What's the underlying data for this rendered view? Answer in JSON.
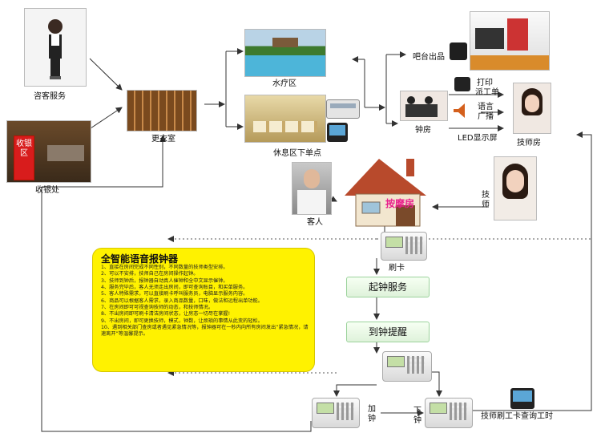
{
  "labels": {
    "consult_service": "咨客服务",
    "cashier": "收银处",
    "changing_room": "更衣室",
    "spa_area": "水疗区",
    "lounge_order": "休息区下单点",
    "bar_output": "吧台出品",
    "clock_room": "钟房",
    "print_dispatch_1": "打印",
    "print_dispatch_2": "派工单",
    "voice_broadcast_1": "语言",
    "voice_broadcast_2": "广播",
    "led_screen": "LED显示屏",
    "technician_room": "技师房",
    "guest": "客人",
    "massage_room": "按摩房",
    "technician": "技师",
    "swipe_card": "刷卡",
    "start_service": "起钟服务",
    "time_up_reminder": "到钟提醒",
    "add_clock": "加钟",
    "end_clock": "下钟",
    "tech_swipe_query": "技师刷工卡查询工时",
    "cashier_sign": "收银区"
  },
  "note": {
    "title": "全智能语音报钟器",
    "items": [
      "1、直接在房间完成不同性别，不同数量的技师类型安排。",
      "2、可以不安排，技师自己在房间操作起钟。",
      "3、技师到钟后，报钟器自动真人催钟和全中文显示催钟。",
      "4、服务完毕后，客人无须走出房间，即可查询账目，和买单服务。",
      "5、客人特殊需求，可以直接刷卡呼叫服务员，电脑显示服务内容。",
      "6、商品可以根据客人需求，录入商品数量，口味，做法和远程出单功能。",
      "7、在房间即可可视查询技师的动态，和技师情况。",
      "8、不出房间即可刷卡清洁房间状态，让房态一切尽在掌握!",
      "9、不出房间，即可更换技师，模式，钟数，让烦琐的事情从此变的轻松。",
      "10、遇到相关部门查房或者遇见紧急情况等，报钟器可在一秒内向所有房间发出“紧急情况，请速离开”等温馨提示。"
    ]
  },
  "colors": {
    "note_background": "#fff200",
    "step_box_border": "#9cd39c",
    "roof": "#b84a2c",
    "massage_sign": "#e91e8c",
    "arrow": "#333333"
  }
}
